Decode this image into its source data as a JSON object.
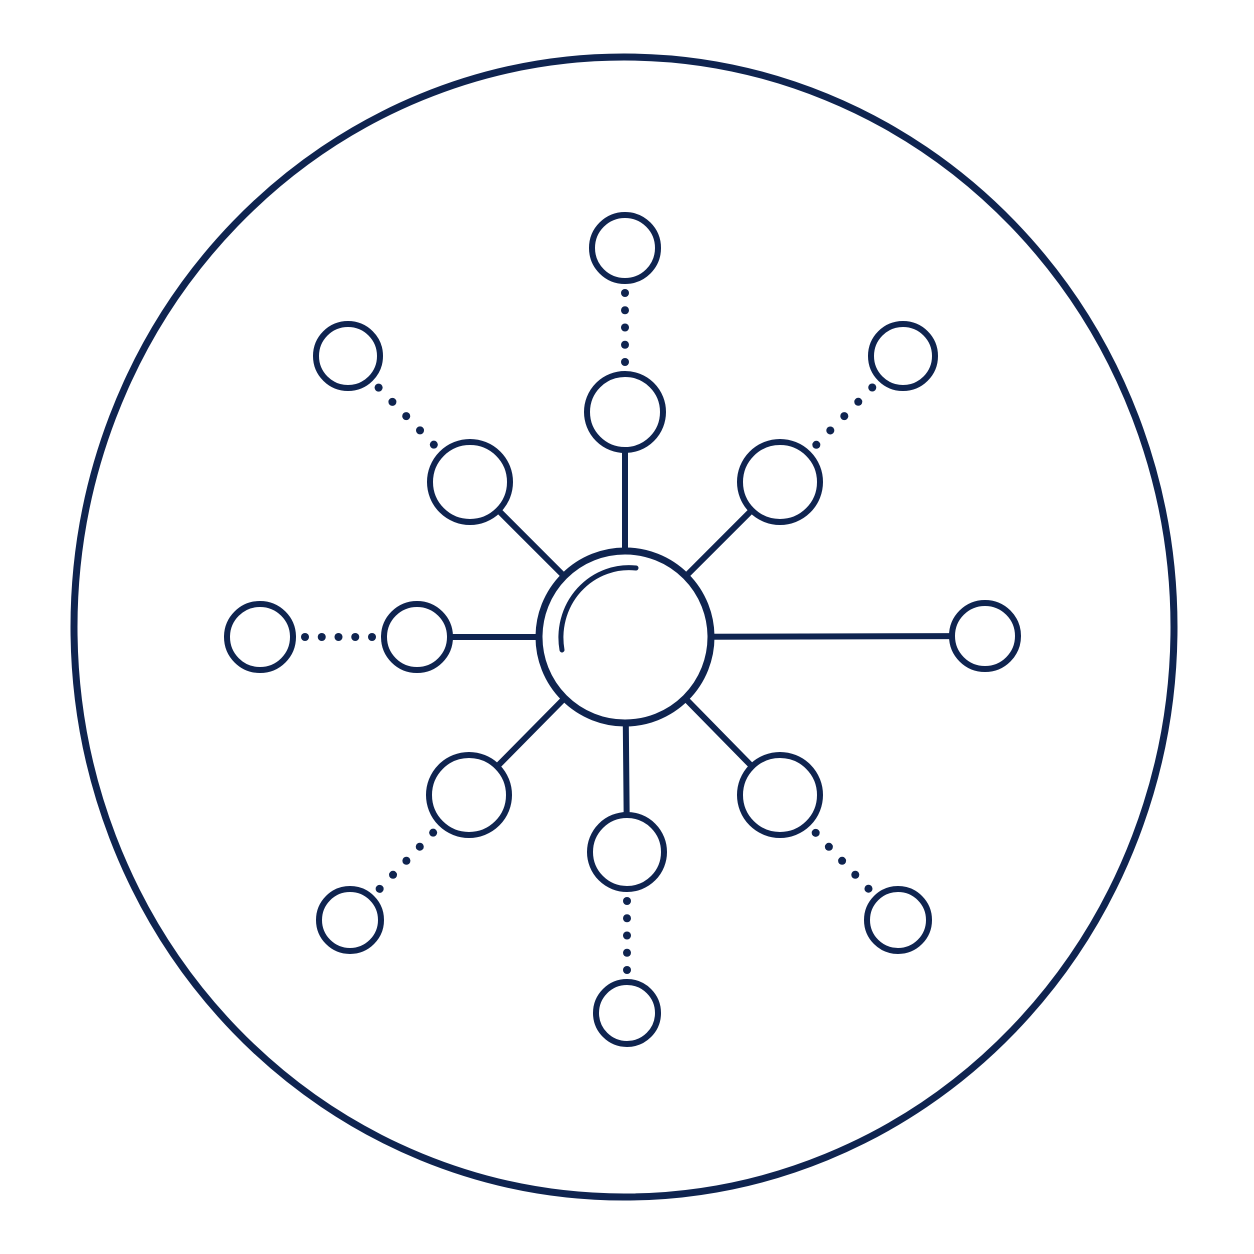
{
  "icon": {
    "name": "network-hub-icon",
    "stroke_color": "#0f2450",
    "background_color": "#ffffff"
  },
  "hub": {
    "has_highlight": true
  },
  "spokes": [
    {
      "direction": "north",
      "outer_link": "dotted"
    },
    {
      "direction": "north-east",
      "outer_link": "dotted"
    },
    {
      "direction": "east",
      "outer_link": "solid"
    },
    {
      "direction": "south-east",
      "outer_link": "dotted"
    },
    {
      "direction": "south",
      "outer_link": "dotted"
    },
    {
      "direction": "south-west",
      "outer_link": "dotted"
    },
    {
      "direction": "west",
      "outer_link": "dotted"
    },
    {
      "direction": "north-west",
      "outer_link": "dotted"
    }
  ]
}
